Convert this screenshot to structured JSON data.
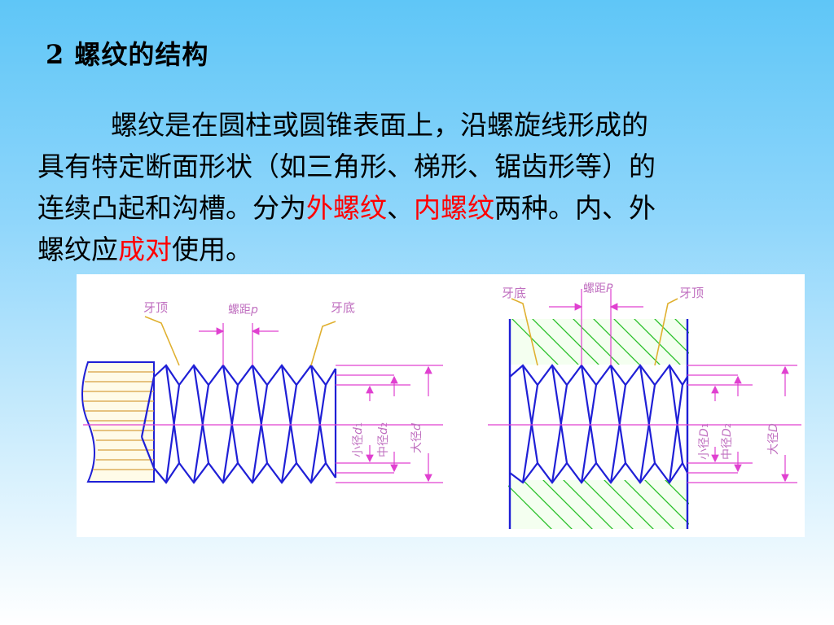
{
  "slide": {
    "title": "2  螺纹的结构",
    "paragraph": {
      "line1": "螺纹是在圆柱或圆锥表面上，沿螺旋线形成的",
      "line2": "具有特定断面形状（如三角形、梯形、锯齿形等）的",
      "line3_a": "连续凸起和沟槽。分为",
      "term_external": "外螺纹",
      "sep1": "、",
      "term_internal": "内螺纹",
      "line3_b": "两种。内、外",
      "line4_a": "螺纹应",
      "term_pair": "成对",
      "line4_b": "使用。"
    },
    "colors": {
      "highlight": "#ff0000",
      "thread_line": "#1f1fd6",
      "dimension_line": "#e040d0",
      "leader_line": "#e0b030",
      "hatch": "#28c028"
    }
  },
  "external_thread": {
    "label_crest": "牙顶",
    "label_pitch": "螺距",
    "pitch_symbol": "p",
    "label_root": "牙底",
    "dim_minor": "小径",
    "dim_minor_sym": "d",
    "dim_minor_sub": "1",
    "dim_pitch": "中径",
    "dim_pitch_sym": "d",
    "dim_pitch_sub": "2",
    "dim_major": "大径",
    "dim_major_sym": "d"
  },
  "internal_thread": {
    "label_root": "牙底",
    "label_pitch": "螺距",
    "pitch_symbol": "P",
    "label_crest": "牙顶",
    "dim_minor": "小径",
    "dim_minor_sym": "D",
    "dim_minor_sub": "1",
    "dim_pitch": "中径",
    "dim_pitch_sym": "D",
    "dim_pitch_sub": "2",
    "dim_major": "大径",
    "dim_major_sym": "D"
  }
}
